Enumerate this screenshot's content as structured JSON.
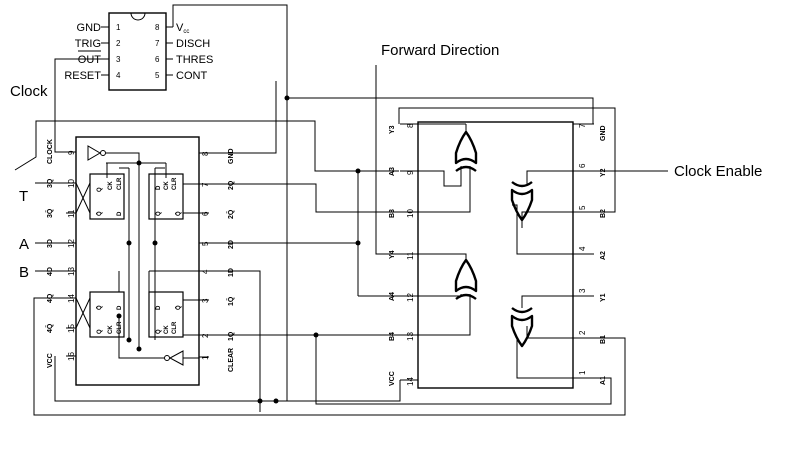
{
  "labels": {
    "clock": "Clock",
    "t": "T",
    "a": "A",
    "b": "B",
    "forward_direction": "Forward Direction",
    "clock_enable": "Clock Enable"
  },
  "timer_555": {
    "left_pins": [
      {
        "name": "GND",
        "num": "1"
      },
      {
        "name": "TRIG",
        "num": "2"
      },
      {
        "name": "OUT",
        "num": "3"
      },
      {
        "name": "RESET",
        "num": "4"
      }
    ],
    "right_pins": [
      {
        "name": "V",
        "sub": "cc",
        "num": "8"
      },
      {
        "name": "DISCH",
        "num": "7"
      },
      {
        "name": "THRES",
        "num": "6"
      },
      {
        "name": "CONT",
        "num": "5"
      }
    ]
  },
  "flipflop_chip": {
    "left_pins": [
      {
        "name": "CLOCK",
        "num": "9"
      },
      {
        "name": "3Q",
        "num": "10"
      },
      {
        "name": "3Q̄",
        "num": "11"
      },
      {
        "name": "3D",
        "num": "12"
      },
      {
        "name": "4D",
        "num": "13"
      },
      {
        "name": "4Q",
        "num": "14"
      },
      {
        "name": "4Q̄",
        "num": "15"
      },
      {
        "name": "VCC",
        "num": "16"
      }
    ],
    "right_pins": [
      {
        "name": "GND",
        "num": "8"
      },
      {
        "name": "2Q",
        "num": "7"
      },
      {
        "name": "2Q̄",
        "num": "6"
      },
      {
        "name": "2D",
        "num": "5"
      },
      {
        "name": "1D",
        "num": "4"
      },
      {
        "name": "1Q̄",
        "num": "3"
      },
      {
        "name": "1Q",
        "num": "2"
      },
      {
        "name": "CLEAR",
        "num": "1"
      }
    ],
    "ff_labels": {
      "q": "Q",
      "qbar": "Q̄",
      "d": "D",
      "ck": "CK",
      "clr": "CLR"
    }
  },
  "xor_chip": {
    "left_pins": [
      {
        "name": "Y3",
        "num": "8"
      },
      {
        "name": "A3",
        "num": "9"
      },
      {
        "name": "B3",
        "num": "10"
      },
      {
        "name": "Y4",
        "num": "11"
      },
      {
        "name": "A4",
        "num": "12"
      },
      {
        "name": "B4",
        "num": "13"
      },
      {
        "name": "VCC",
        "num": "14"
      }
    ],
    "right_pins": [
      {
        "name": "GND",
        "num": "7"
      },
      {
        "name": "Y2",
        "num": "6"
      },
      {
        "name": "B2",
        "num": "5"
      },
      {
        "name": "A2",
        "num": "4"
      },
      {
        "name": "Y1",
        "num": "3"
      },
      {
        "name": "B1",
        "num": "2"
      },
      {
        "name": "A1",
        "num": "1"
      }
    ]
  }
}
